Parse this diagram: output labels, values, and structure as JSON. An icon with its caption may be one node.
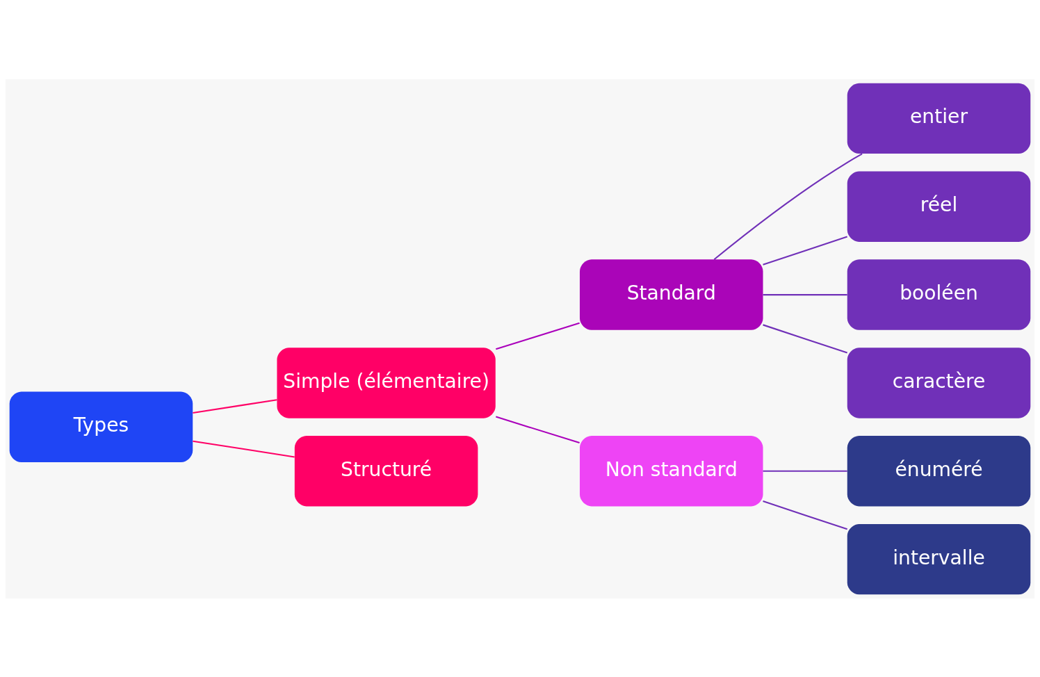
{
  "diagram": {
    "nodes": [
      {
        "text": [
          "Types"
        ]
      },
      {
        "text": [
          "Simple (élémentaire)"
        ]
      },
      {
        "text": [
          "Structuré"
        ]
      },
      {
        "text": [
          "Standard"
        ]
      },
      {
        "text": [
          "Non standard"
        ]
      },
      {
        "text": [
          "entier"
        ]
      },
      {
        "text": [
          "réel"
        ]
      },
      {
        "text": [
          "booléen"
        ]
      },
      {
        "text": [
          "caractère"
        ]
      },
      {
        "text": [
          "énuméré"
        ]
      },
      {
        "text": [
          "intervalle"
        ]
      }
    ],
    "edges": [
      {
        "from": 0,
        "to": 1,
        "arrow": "none",
        "color": "#ff0066"
      },
      {
        "from": 0,
        "to": 2,
        "arrow": "none",
        "color": "#ff0066"
      },
      {
        "from": 1,
        "to": 3,
        "arrow": "none",
        "color": "#aa00bb"
      },
      {
        "from": 1,
        "to": 4,
        "arrow": "none",
        "color": "#aa00bb"
      },
      {
        "from": 3,
        "to": 5,
        "arrow": "none"
      },
      {
        "from": 3,
        "to": 6,
        "arrow": "none"
      },
      {
        "from": 3,
        "to": 7,
        "arrow": "none"
      },
      {
        "from": 3,
        "to": 8,
        "arrow": "none"
      },
      {
        "from": 4,
        "to": 9,
        "arrow": "none"
      },
      {
        "from": 4,
        "to": 10,
        "arrow": "none"
      }
    ]
  }
}
